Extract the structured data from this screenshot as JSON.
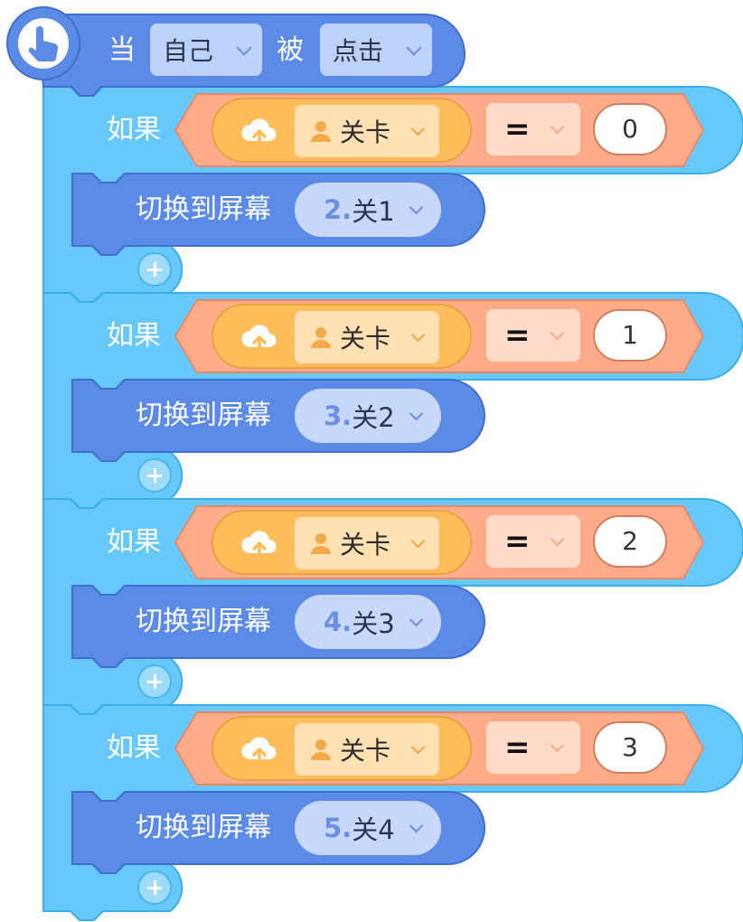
{
  "hat": {
    "icon": "pointer-hand-icon",
    "when_label": "当",
    "target_value": "自己",
    "by_label": "被",
    "event_value": "点击"
  },
  "blocks": [
    {
      "if_label": "如果",
      "variable_icon": "cloud-upload-icon",
      "variable": "关卡",
      "operator": "=",
      "compare_value": "0",
      "action_label": "切换到屏幕",
      "screen_number": "2.",
      "screen_name": "关1"
    },
    {
      "if_label": "如果",
      "variable_icon": "cloud-upload-icon",
      "variable": "关卡",
      "operator": "=",
      "compare_value": "1",
      "action_label": "切换到屏幕",
      "screen_number": "3.",
      "screen_name": "关2"
    },
    {
      "if_label": "如果",
      "variable_icon": "cloud-upload-icon",
      "variable": "关卡",
      "operator": "=",
      "compare_value": "2",
      "action_label": "切换到屏幕",
      "screen_number": "4.",
      "screen_name": "关3"
    },
    {
      "if_label": "如果",
      "variable_icon": "cloud-upload-icon",
      "variable": "关卡",
      "operator": "=",
      "compare_value": "3",
      "action_label": "切换到屏幕",
      "screen_number": "5.",
      "screen_name": "关4"
    }
  ],
  "colors": {
    "hat_block": "#5b8be6",
    "if_block": "#66c8fb",
    "condition_block": "#ffab8a",
    "variable_pill": "#ffbd59",
    "action_block": "#5b8be6"
  }
}
